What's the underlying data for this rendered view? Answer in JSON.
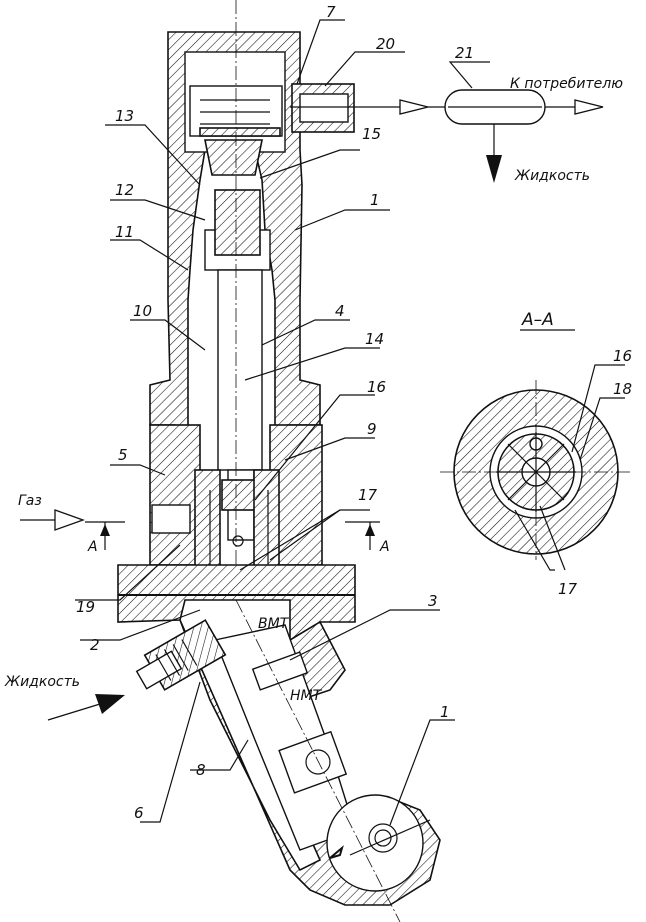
{
  "labels": {
    "n1_top": "1",
    "n1_bottom": "1",
    "n2": "2",
    "n3": "3",
    "n4": "4",
    "n5": "5",
    "n6": "6",
    "n7": "7",
    "n8": "8",
    "n9": "9",
    "n10": "10",
    "n11": "11",
    "n12": "12",
    "n13": "13",
    "n14": "14",
    "n15": "15",
    "n16_main": "16",
    "n16_section": "16",
    "n17_main": "17",
    "n17_section": "17",
    "n18": "18",
    "n19": "19",
    "n20": "20",
    "n21": "21"
  },
  "text": {
    "to_consumer": "К потребителю",
    "liquid_out": "Жидкость",
    "liquid_in": "Жидкость",
    "gas": "Газ",
    "section_title": "А–А",
    "cut_left": "А",
    "cut_right": "А",
    "tdc": "ВМТ",
    "bdc": "НМТ"
  }
}
